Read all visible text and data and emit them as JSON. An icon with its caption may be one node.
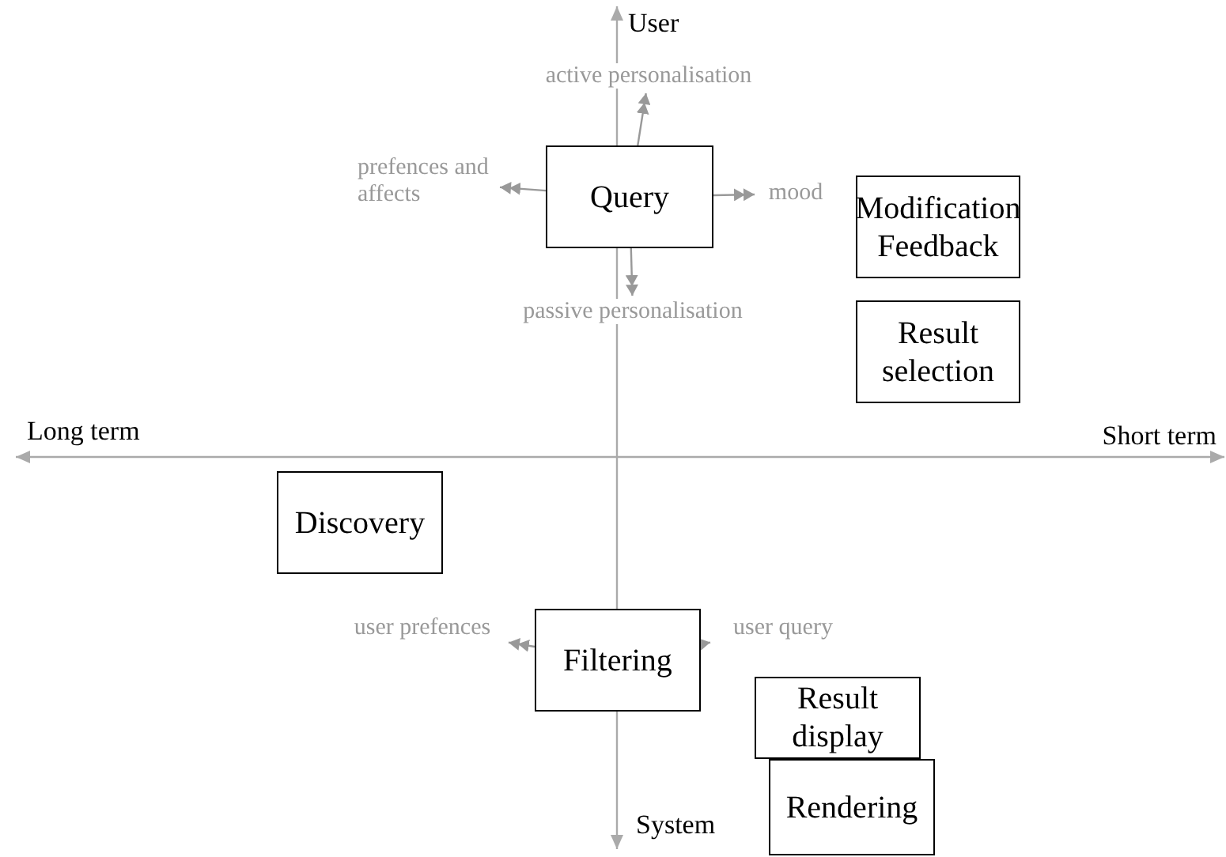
{
  "diagram": {
    "nodes": [
      {
        "text": [
          "Query"
        ]
      },
      {
        "text": [
          "active personalisation"
        ]
      },
      {
        "text": [
          "passive personalisation"
        ]
      },
      {
        "text": [
          "prefences and affects"
        ]
      },
      {
        "text": [
          "mood"
        ]
      },
      {
        "text": [
          "Modification Feedback"
        ]
      },
      {
        "text": [
          "Result selection"
        ]
      },
      {
        "text": [
          "Discovery"
        ]
      },
      {
        "text": [
          "Filtering"
        ]
      },
      {
        "text": [
          "user prefences"
        ]
      },
      {
        "text": [
          "user query"
        ]
      },
      {
        "text": [
          "Result display"
        ]
      },
      {
        "text": [
          "Rendering"
        ]
      }
    ],
    "edges": [
      {
        "from": 0,
        "to": 1,
        "arrow": "to"
      },
      {
        "from": 0,
        "to": 3,
        "arrow": "to"
      },
      {
        "from": 0,
        "to": 4,
        "arrow": "to"
      },
      {
        "from": 0,
        "to": 2,
        "arrow": "to"
      },
      {
        "from": 8,
        "to": 9,
        "arrow": "to"
      },
      {
        "from": 8,
        "to": 10,
        "arrow": "to"
      }
    ],
    "labels": [
      "User",
      "Long term",
      "Short term",
      "System"
    ]
  }
}
